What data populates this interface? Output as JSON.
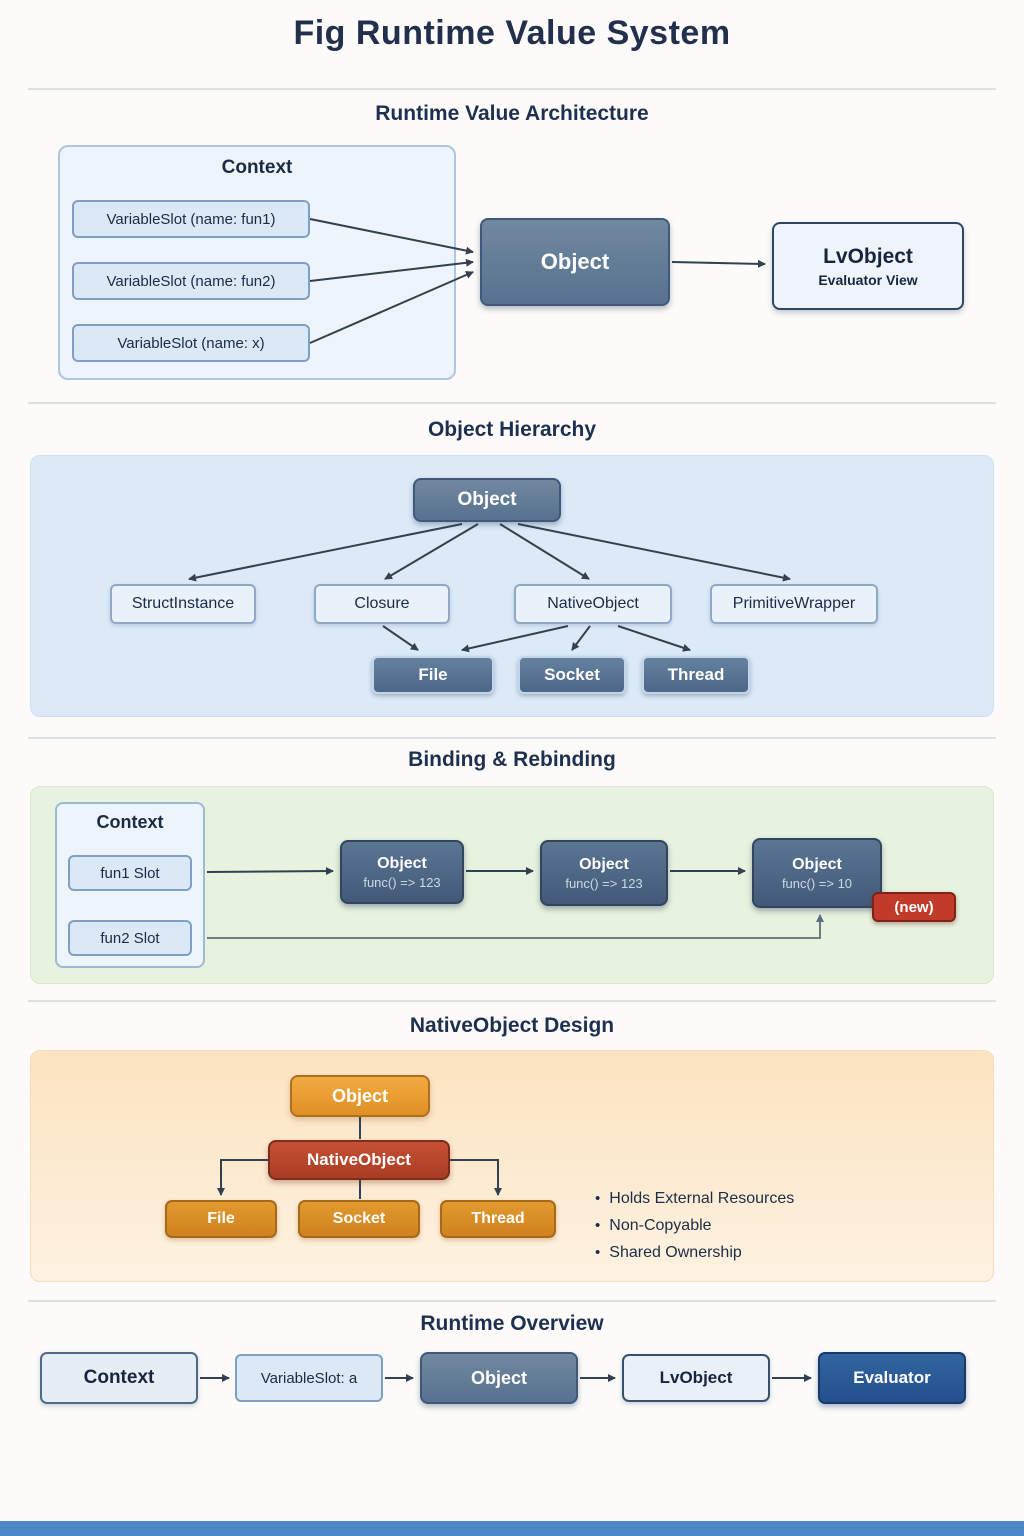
{
  "title": "Fig Runtime Value System",
  "sections": {
    "architecture": {
      "heading": "Runtime Value Architecture",
      "context_label": "Context",
      "slots": [
        "VariableSlot (name: fun1)",
        "VariableSlot (name: fun2)",
        "VariableSlot (name: x)"
      ],
      "object_label": "Object",
      "lvobject_title": "LvObject",
      "lvobject_subtitle": "Evaluator View"
    },
    "hierarchy": {
      "heading": "Object Hierarchy",
      "root": "Object",
      "children": [
        "StructInstance",
        "Closure",
        "NativeObject",
        "PrimitiveWrapper"
      ],
      "natives": [
        "File",
        "Socket",
        "Thread"
      ]
    },
    "binding": {
      "heading": "Binding & Rebinding",
      "context_label": "Context",
      "slots": [
        "fun1 Slot",
        "fun2 Slot"
      ],
      "objects": [
        {
          "title": "Object",
          "value": "func() => 123"
        },
        {
          "title": "Object",
          "value": "func() => 123"
        },
        {
          "title": "Object",
          "value": "func() => 10"
        }
      ],
      "badge": "(new)"
    },
    "native_design": {
      "heading": "NativeObject Design",
      "root": "Object",
      "mid": "NativeObject",
      "children": [
        "File",
        "Socket",
        "Thread"
      ],
      "bullets": [
        "Holds External Resources",
        "Non-Copyable",
        "Shared Ownership"
      ]
    },
    "overview": {
      "heading": "Runtime Overview",
      "nodes": [
        "Context",
        "VariableSlot: a",
        "Object",
        "LvObject",
        "Evaluator"
      ]
    }
  },
  "colors": {
    "accent_steel": "#57718f",
    "accent_orange": "#e08f25",
    "accent_red": "#c23b2a",
    "accent_navy": "#24508e",
    "panel_blue": "#dceaf8",
    "panel_green": "#e7f2df",
    "panel_orange": "#fce3c0"
  }
}
